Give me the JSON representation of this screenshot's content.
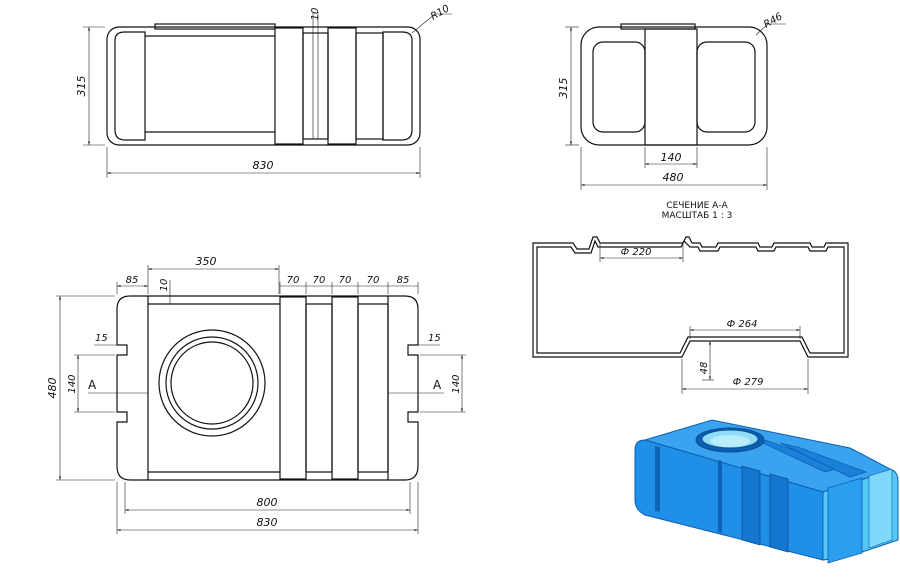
{
  "top_view": {
    "dims": {
      "len": "830",
      "h": "315",
      "gap": "10",
      "radius": "R10"
    }
  },
  "side_view": {
    "dims": {
      "len": "480",
      "h": "315",
      "band": "140",
      "radius": "R46"
    }
  },
  "plan_view": {
    "dims": {
      "total": "830",
      "inner": "800",
      "hatch_off": "350",
      "left": "85",
      "right": "85",
      "gap": "10",
      "b1": "70",
      "b2": "70",
      "b3": "70",
      "b4": "70",
      "h": "480",
      "center": "140",
      "center_r": "140",
      "notch_l": "15",
      "notch_r": "15",
      "section_l": "A",
      "section_r": "A"
    }
  },
  "section": {
    "title": "СЕЧЕНИЕ А-А",
    "scale": "МАСШТАБ 1 : 3",
    "dims": {
      "top_d": "Ф 220",
      "bot_d": "Ф 264",
      "outer_d": "Ф 279",
      "depth": "48"
    }
  },
  "colors": {
    "tank_blue": "#1f8fe8",
    "tank_light": "#55c8f5",
    "tank_dark": "#0b5fb0",
    "line": "#111111"
  }
}
